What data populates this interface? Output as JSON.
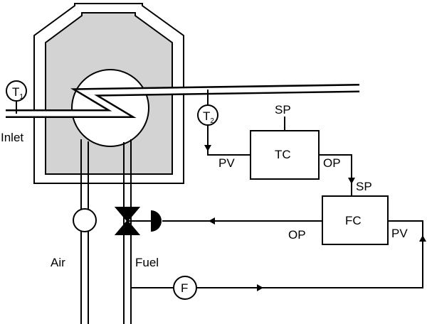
{
  "instruments": {
    "t1": {
      "label": "T",
      "subscript": "1"
    },
    "t2": {
      "label": "T",
      "subscript": "2"
    },
    "f": {
      "label": "F"
    }
  },
  "controllers": {
    "tc": {
      "label": "TC",
      "sp": "SP",
      "pv": "PV",
      "op": "OP"
    },
    "fc": {
      "label": "FC",
      "sp": "SP",
      "pv": "PV",
      "op": "OP"
    }
  },
  "streams": {
    "inlet": "Inlet",
    "air": "Air",
    "fuel": "Fuel"
  },
  "colors": {
    "furnace_fill": "#d3d3d3",
    "line": "#000000",
    "background": "#ffffff"
  }
}
